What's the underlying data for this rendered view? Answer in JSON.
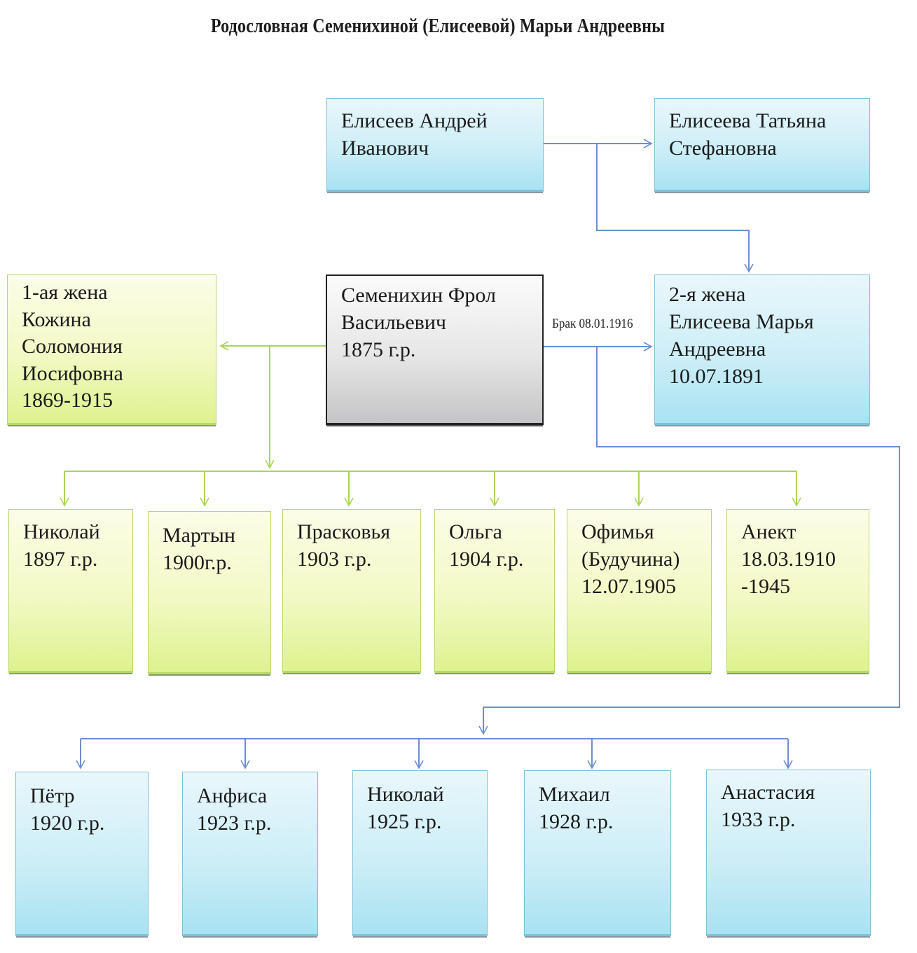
{
  "title": "Родословная Семенихиной (Елисеевой) Марьи Андреевны",
  "colors": {
    "blue_line": "#6b8fd1",
    "green_line": "#a9d45a",
    "blue_box": "#cdeef7",
    "green_box": "#f2f9c4",
    "gray_box": "#e6e6e6"
  },
  "grandparents": {
    "father": {
      "lines": [
        "Елисеев Андрей",
        "Иванович"
      ]
    },
    "mother": {
      "lines": [
        "Елисеева Татьяна",
        "Стефановна"
      ]
    }
  },
  "main": {
    "husband": {
      "lines": [
        "Семенихин Фрол",
        "Васильевич",
        "1875 г.р."
      ]
    },
    "first_wife": {
      "lines": [
        "1-ая жена",
        "Кожина",
        "Соломония",
        "Иосифовна",
        "1869-1915"
      ]
    },
    "second_wife": {
      "lines": [
        "2-я жена",
        "Елисеева Марья",
        "Андреевна",
        "10.07.1891"
      ]
    },
    "marriage_label": "Брак 08.01.1916"
  },
  "children_first_wife": [
    {
      "lines": [
        "Николай",
        "1897 г.р."
      ]
    },
    {
      "lines": [
        "Мартын",
        "1900г.р."
      ]
    },
    {
      "lines": [
        "Прасковья",
        "1903 г.р."
      ]
    },
    {
      "lines": [
        "Ольга",
        "1904 г.р."
      ]
    },
    {
      "lines": [
        "Офимья",
        "(Будучина)",
        "12.07.1905"
      ]
    },
    {
      "lines": [
        "Анект",
        "18.03.1910",
        "-1945"
      ]
    }
  ],
  "children_second_wife": [
    {
      "lines": [
        "Пётр",
        "1920 г.р."
      ]
    },
    {
      "lines": [
        "Анфиса",
        "1923 г.р."
      ]
    },
    {
      "lines": [
        "Николай",
        "1925 г.р."
      ]
    },
    {
      "lines": [
        "Михаил",
        "1928 г.р."
      ]
    },
    {
      "lines": [
        "Анастасия",
        "1933 г.р."
      ]
    }
  ]
}
